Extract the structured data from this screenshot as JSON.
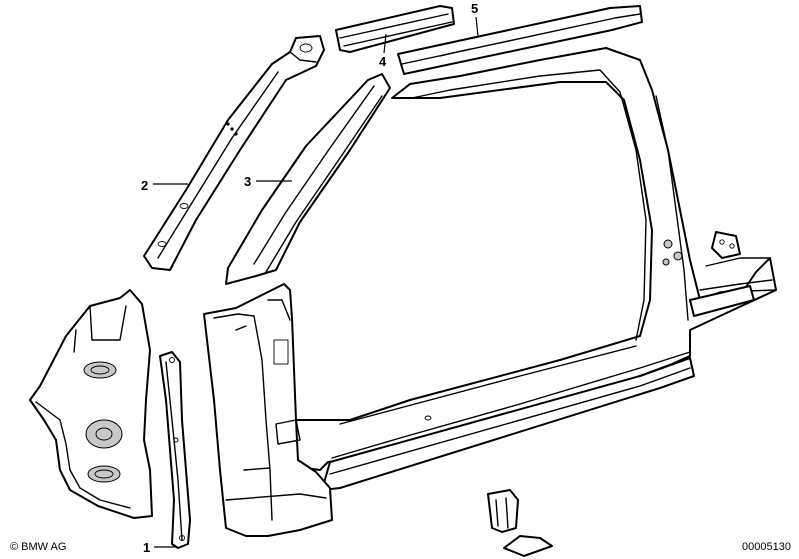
{
  "callouts": [
    {
      "id": "1",
      "label": "1"
    },
    {
      "id": "2",
      "label": "2"
    },
    {
      "id": "3",
      "label": "3"
    },
    {
      "id": "4",
      "label": "4"
    },
    {
      "id": "5",
      "label": "5"
    }
  ],
  "footer": {
    "copyright": "© BMW AG",
    "catalog_number": "00005130"
  }
}
